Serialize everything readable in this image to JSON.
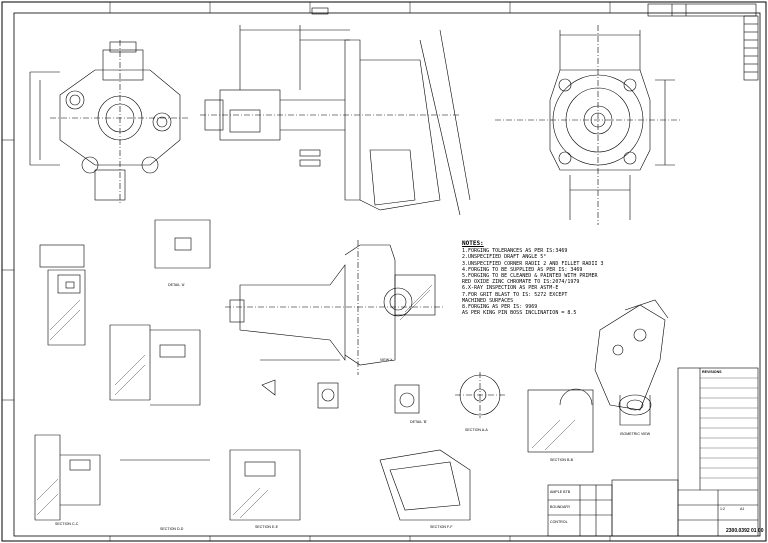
{
  "notes": {
    "heading": "NOTES:",
    "lines": [
      "1.FORGING TOLERANCES AS PER IS:3469",
      "2.UNSPECIFIED DRAFT ANGLE 5°",
      "3.UNSPECIFIED CORNER RADII 2 AND FILLET RADII 3",
      "4.FORGING TO BE SUPPLIED AS PER IS: 3469",
      "5.FORGING TO BE CLEANED & PAINTED WITH PRIMER",
      "  RED OXIDE ZINC CHROMATE TO IS:2074/1979",
      "6.X-RAY INSPECTION AS PER ASTM-E",
      "7.FOR GRIT BLAST TO IS: 5272 EXCEPT",
      "  MACHINED SURFACES",
      "8.FORGING AS PER IS: 9969",
      "  AS PER KING PIN BOSS INCLINATION = 8.5"
    ]
  },
  "views": {
    "detail_a": "DETAIL 'A'",
    "detail_b": "DETAIL 'B'",
    "section_aa": "SECTION A-A",
    "section_bb": "SECTION B-B",
    "section_cc": "SECTION C-C",
    "section_dd": "SECTION D-D",
    "section_ee": "SECTION E-E",
    "section_ff": "SECTION F-F",
    "view_x": "VIEW X",
    "iso": "ISOMETRIC VIEW"
  },
  "title_block": {
    "drawing_no": "2300.0392 01 00",
    "scale": "1:2",
    "sheet": "A1",
    "material_rows": [
      "AMPLE BTB",
      "BOUNDARY",
      "CONTROL"
    ],
    "revision_head": "REVISIONS"
  },
  "colors": {
    "line": "#000000",
    "paper": "#ffffff"
  }
}
